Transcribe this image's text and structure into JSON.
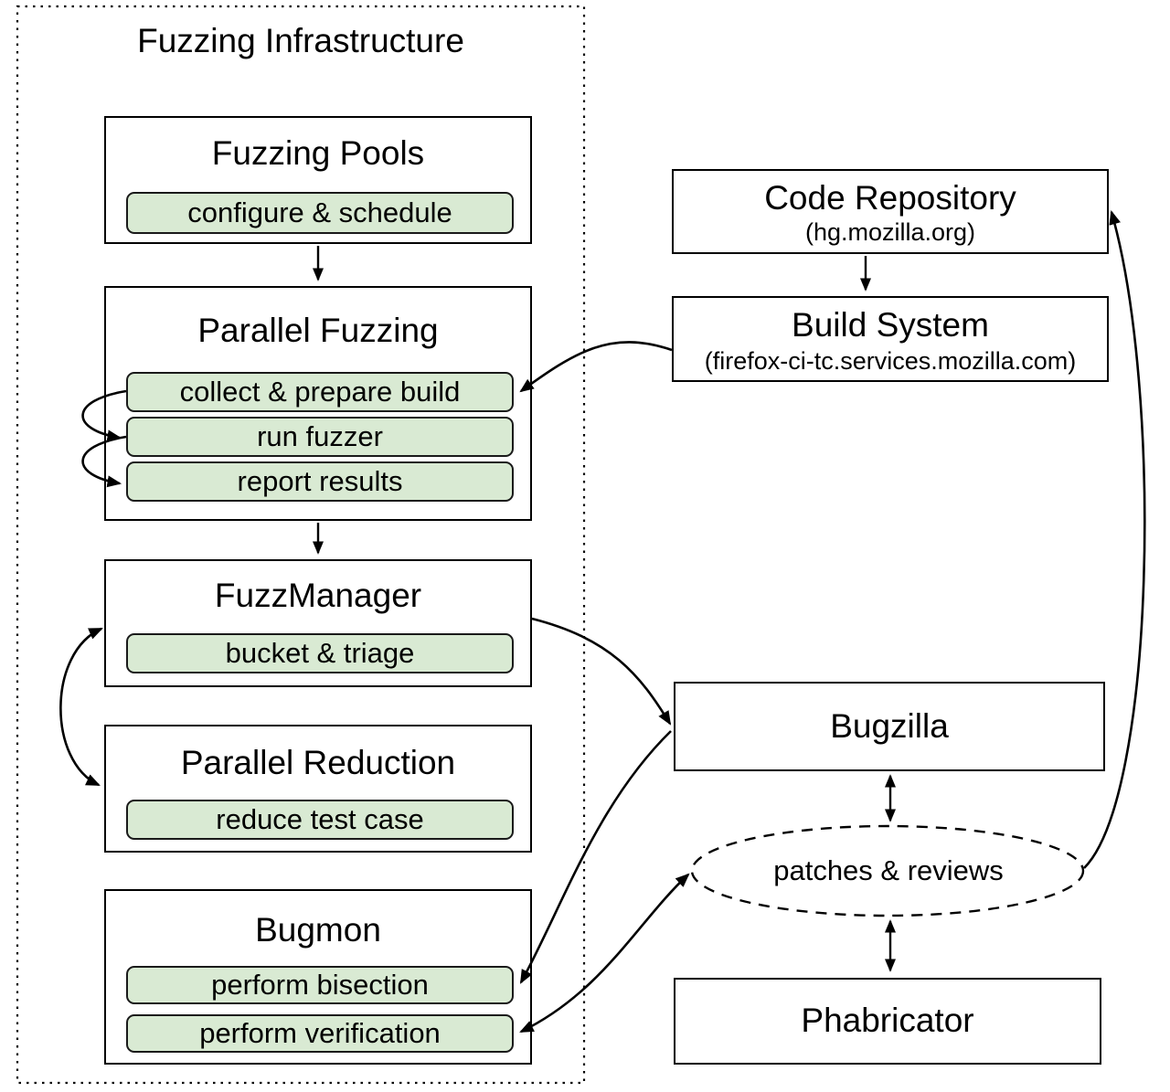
{
  "title": "Fuzzing Infrastructure",
  "nodes": {
    "fuzzing_pools": {
      "title": "Fuzzing Pools",
      "steps": [
        "configure & schedule"
      ]
    },
    "parallel_fuzzing": {
      "title": "Parallel Fuzzing",
      "steps": [
        "collect & prepare build",
        "run fuzzer",
        "report results"
      ]
    },
    "fuzzmanager": {
      "title": "FuzzManager",
      "steps": [
        "bucket & triage"
      ]
    },
    "parallel_reduction": {
      "title": "Parallel Reduction",
      "steps": [
        "reduce test case"
      ]
    },
    "bugmon": {
      "title": "Bugmon",
      "steps": [
        "perform bisection",
        "perform verification"
      ]
    },
    "code_repository": {
      "title": "Code Repository",
      "subtitle": "(hg.mozilla.org)"
    },
    "build_system": {
      "title": "Build System",
      "subtitle": "(firefox-ci-tc.services.mozilla.com)"
    },
    "bugzilla": {
      "title": "Bugzilla"
    },
    "patches_reviews": {
      "title": "patches & reviews"
    },
    "phabricator": {
      "title": "Phabricator"
    }
  },
  "colors": {
    "step_fill": "#d9ead3",
    "step_border": "#1a1a1a",
    "line": "#000000",
    "background": "#ffffff"
  }
}
